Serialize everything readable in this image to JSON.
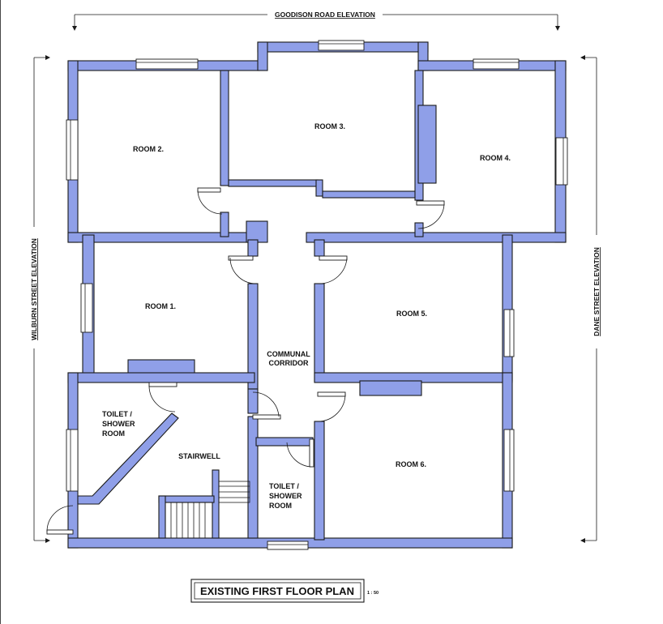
{
  "elevations": {
    "top": "GOODISON ROAD ELEVATION",
    "left": "WILBURN STREET ELEVATION",
    "right": "DANE STREET ELEVATION"
  },
  "rooms": {
    "room2": "ROOM 2.",
    "room3": "ROOM 3.",
    "room4": "ROOM 4.",
    "room1": "ROOM 1.",
    "room5": "ROOM 5.",
    "room6": "ROOM 6.",
    "corridor_line1": "COMMUNAL",
    "corridor_line2": "CORRIDOR",
    "stairwell": "STAIRWELL",
    "toilet_left_line1": "TOILET /",
    "toilet_left_line2": "SHOWER",
    "toilet_left_line3": "ROOM",
    "toilet_mid_line1": "TOILET /",
    "toilet_mid_line2": "SHOWER",
    "toilet_mid_line3": "ROOM"
  },
  "title": {
    "text": "EXISTING FIRST FLOOR PLAN",
    "scale": "1 : 50"
  },
  "colors": {
    "wall_fill": "#8f9fe8",
    "line": "#1a1a1a",
    "background": "#ffffff"
  }
}
